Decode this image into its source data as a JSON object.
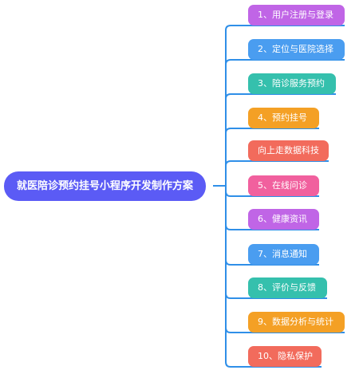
{
  "root": {
    "label": "就医陪诊预约挂号小程序开发制作方案",
    "color": "#5b5bf5"
  },
  "connector_color": "#2f8fe8",
  "branches": [
    {
      "label": "1、用户注册与登录",
      "color": "#c065e6"
    },
    {
      "label": "2、定位与医院选择",
      "color": "#4a9df0"
    },
    {
      "label": "3、陪诊服务预约",
      "color": "#35c0ad"
    },
    {
      "label": "4、预约挂号",
      "color": "#f4a025"
    },
    {
      "label": "向上走数据科技",
      "color": "#f26b5c"
    },
    {
      "label": "5、在线问诊",
      "color": "#f1609e"
    },
    {
      "label": "6、健康资讯",
      "color": "#c065e6"
    },
    {
      "label": "7、消息通知",
      "color": "#4a9df0"
    },
    {
      "label": "8、评价与反馈",
      "color": "#35c0ad"
    },
    {
      "label": "9、数据分析与统计",
      "color": "#f4a025"
    },
    {
      "label": "10、隐私保护",
      "color": "#f26b5c"
    }
  ]
}
